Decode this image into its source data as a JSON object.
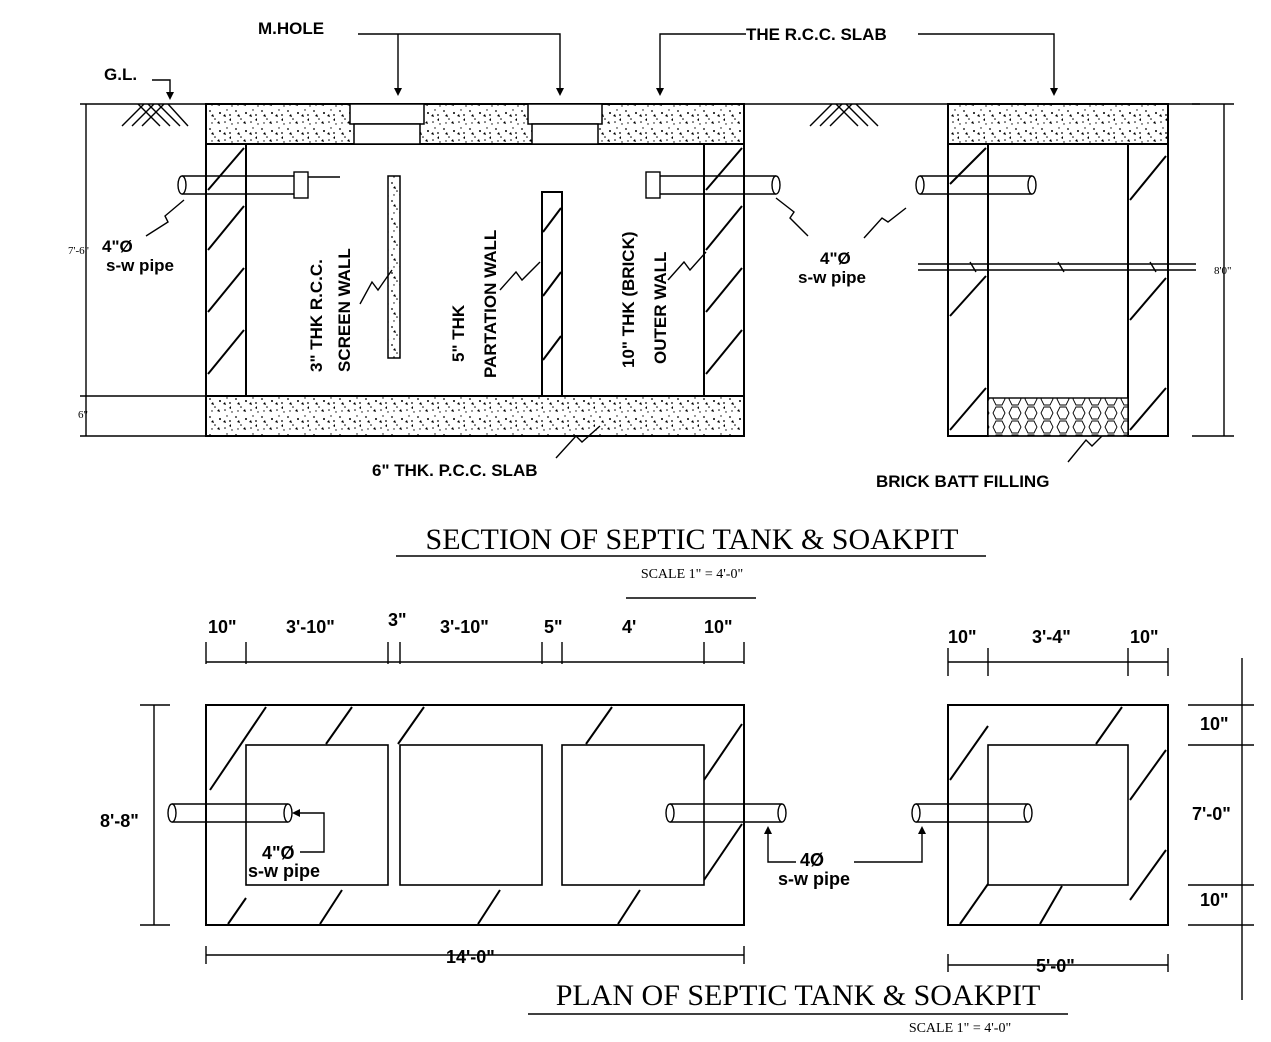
{
  "section": {
    "title": "SECTION OF SEPTIC TANK & SOAKPIT",
    "scale": "SCALE 1\" = 4'-0\"",
    "labels": {
      "manhole": "M.HOLE",
      "rcc_slab": "THE R.C.C. SLAB",
      "ground_level": "G.L.",
      "inlet_pipe_size": "4\"Ø",
      "inlet_pipe_type": "s-w pipe",
      "outlet_pipe_size": "4\"Ø",
      "outlet_pipe_type": "s-w pipe",
      "screen_wall_line1": "3\" THK R.C.C.",
      "screen_wall_line2": "SCREEN WALL",
      "partition_wall_line1": "5\" THK",
      "partition_wall_line2": "PARTATION WALL",
      "outer_wall_line1": "10\" THK (BRICK)",
      "outer_wall_line2": "OUTER WALL",
      "pcc_slab": "6\" THK. P.C.C. SLAB",
      "brick_batt": "BRICK BATT FILLING"
    },
    "dims": {
      "tank_depth": "7'-6\"",
      "slab_thickness": "6\"",
      "soakpit_depth": "8'0\""
    }
  },
  "plan": {
    "title": "PLAN OF SEPTIC TANK & SOAKPIT",
    "scale": "SCALE 1\" = 4'-0\"",
    "tank_top_dims": [
      "10\"",
      "3'-10\"",
      "3\"",
      "3'-10\"",
      "5\"",
      "4'",
      "10\""
    ],
    "tank_width": "8'-8\"",
    "tank_length": "14'-0\"",
    "soakpit_top_dims": [
      "10\"",
      "3'-4\"",
      "10\""
    ],
    "soakpit_right_dims": [
      "10\"",
      "7'-0\"",
      "10\""
    ],
    "soakpit_length": "5'-0\"",
    "inlet_pipe_size": "4\"Ø",
    "inlet_pipe_type": "s-w pipe",
    "outlet_pipe_size": "4Ø",
    "outlet_pipe_type": "s-w pipe"
  }
}
